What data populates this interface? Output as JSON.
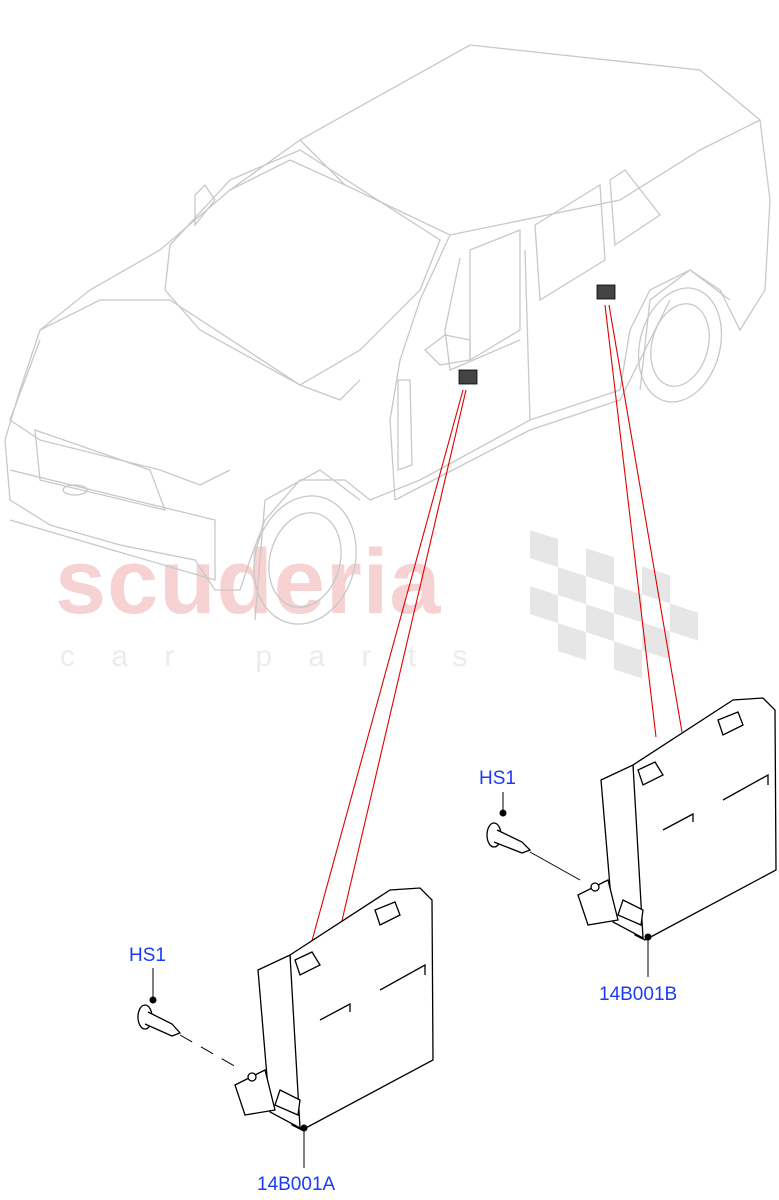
{
  "watermark": {
    "line1": "scuderia",
    "line2": "c a r   p a r t s"
  },
  "callouts": [
    {
      "text": "HS1"
    },
    {
      "text": "14B001A"
    },
    {
      "text": "HS1"
    },
    {
      "text": "14B001B"
    }
  ],
  "colors": {
    "label": "#1a3cf5",
    "leader": "#e00000",
    "car_outline": "#c8c8c8",
    "part_outline": "#000000"
  }
}
